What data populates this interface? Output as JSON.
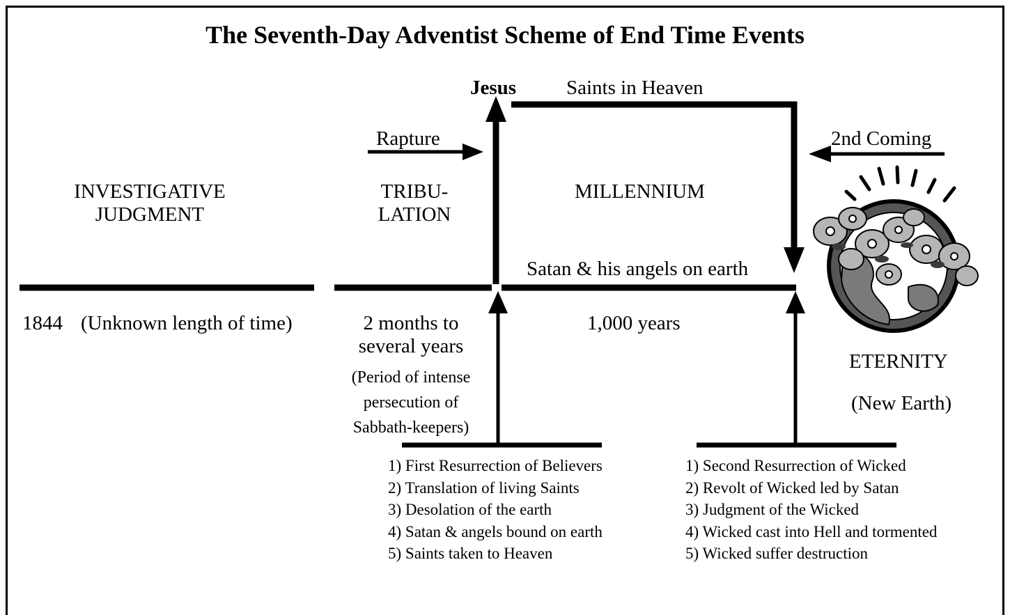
{
  "title": "The Seventh-Day Adventist Scheme of End Time Events",
  "labels": {
    "jesus": "Jesus",
    "saints_in_heaven": "Saints in Heaven",
    "rapture": "Rapture",
    "second_coming": "2nd Coming",
    "investigative_judgment": [
      "INVESTIGATIVE",
      "JUDGMENT"
    ],
    "tribulation": [
      "TRIBU-",
      "LATION"
    ],
    "millennium": "MILLENNIUM",
    "satan_on_earth": "Satan & his angels on earth",
    "eternity": "ETERNITY",
    "new_earth": "(New Earth)"
  },
  "timeline": {
    "start_year": "1844",
    "start_note": "(Unknown length of time)",
    "tribulation_duration": [
      "2 months to",
      "several years"
    ],
    "tribulation_note": [
      "(Period of intense",
      "persecution of",
      "Sabbath-keepers)"
    ],
    "millennium_duration": "1,000 years"
  },
  "first_event_list": [
    "1) First Resurrection of Believers",
    "2) Translation of living Saints",
    "3) Desolation of the earth",
    "4) Satan & angels bound on earth",
    "5) Saints taken to Heaven"
  ],
  "second_event_list": [
    "1) Second Resurrection of Wicked",
    "2) Revolt of Wicked led by Satan",
    "3) Judgment of the Wicked",
    "4) Wicked cast into Hell and tormented",
    "5) Wicked suffer destruction"
  ]
}
